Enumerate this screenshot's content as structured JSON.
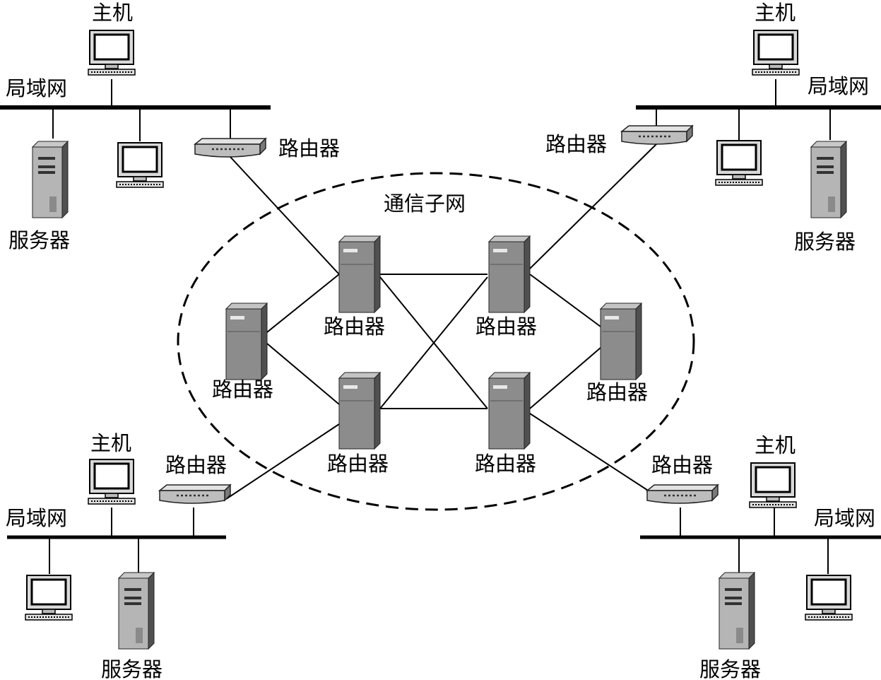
{
  "labels": {
    "host": "主机",
    "lan": "局域网",
    "server": "服务器",
    "router": "路由器",
    "subnet": "通信子网"
  },
  "colors": {
    "line": "#000000",
    "monitor_frame": "#d9d9d9",
    "tower_front": "#8c8c8c",
    "tower_side": "#505050",
    "tower_top": "#c4c4c4",
    "router_body": "#bdbdbd"
  },
  "icons": [
    "monitor-icon",
    "server-tower-icon",
    "router-icon"
  ]
}
